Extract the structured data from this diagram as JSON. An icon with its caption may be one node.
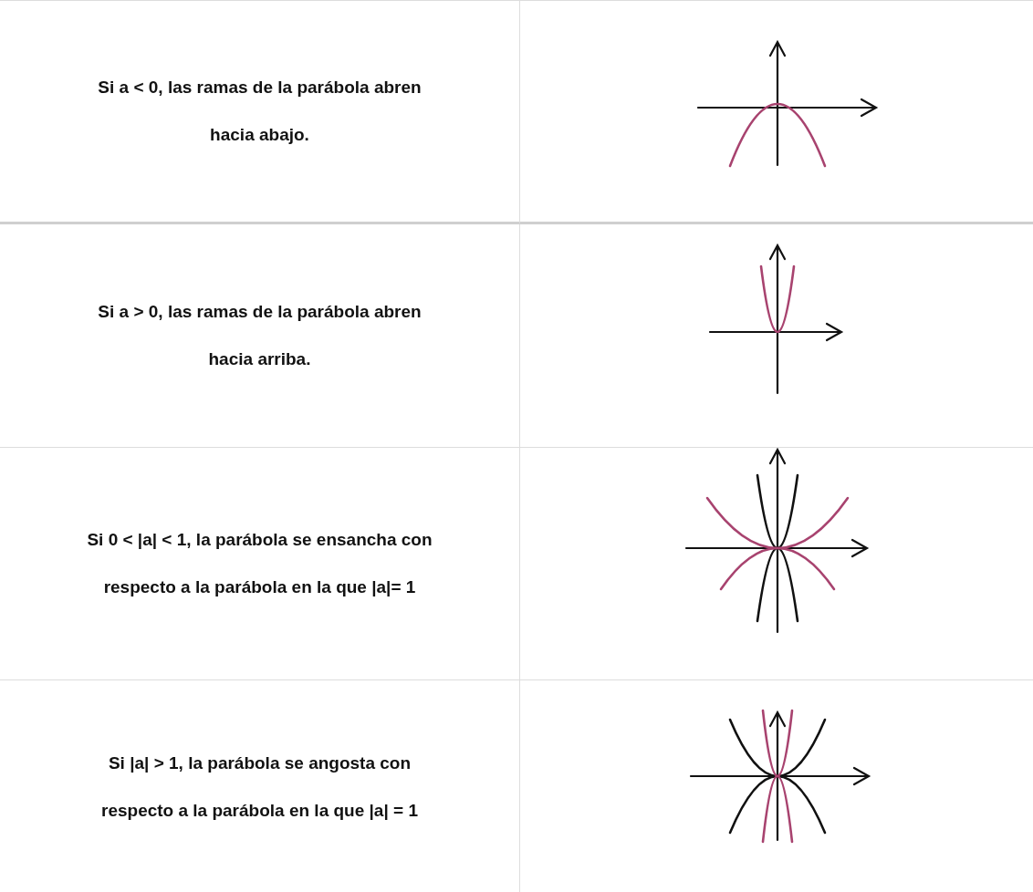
{
  "diagram": {
    "labels": [
      "Si a < 0, las ramas de la parábola abren hacia abajo.",
      "Si a > 0, las ramas de la parábola abren hacia arriba.",
      "Si 0 < |a| < 1, la parábola se ensancha con respecto a la parábola en la que |a|= 1",
      "Si |a| > 1, la parábola se angosta con respecto a la parábola en la que |a| = 1"
    ]
  }
}
